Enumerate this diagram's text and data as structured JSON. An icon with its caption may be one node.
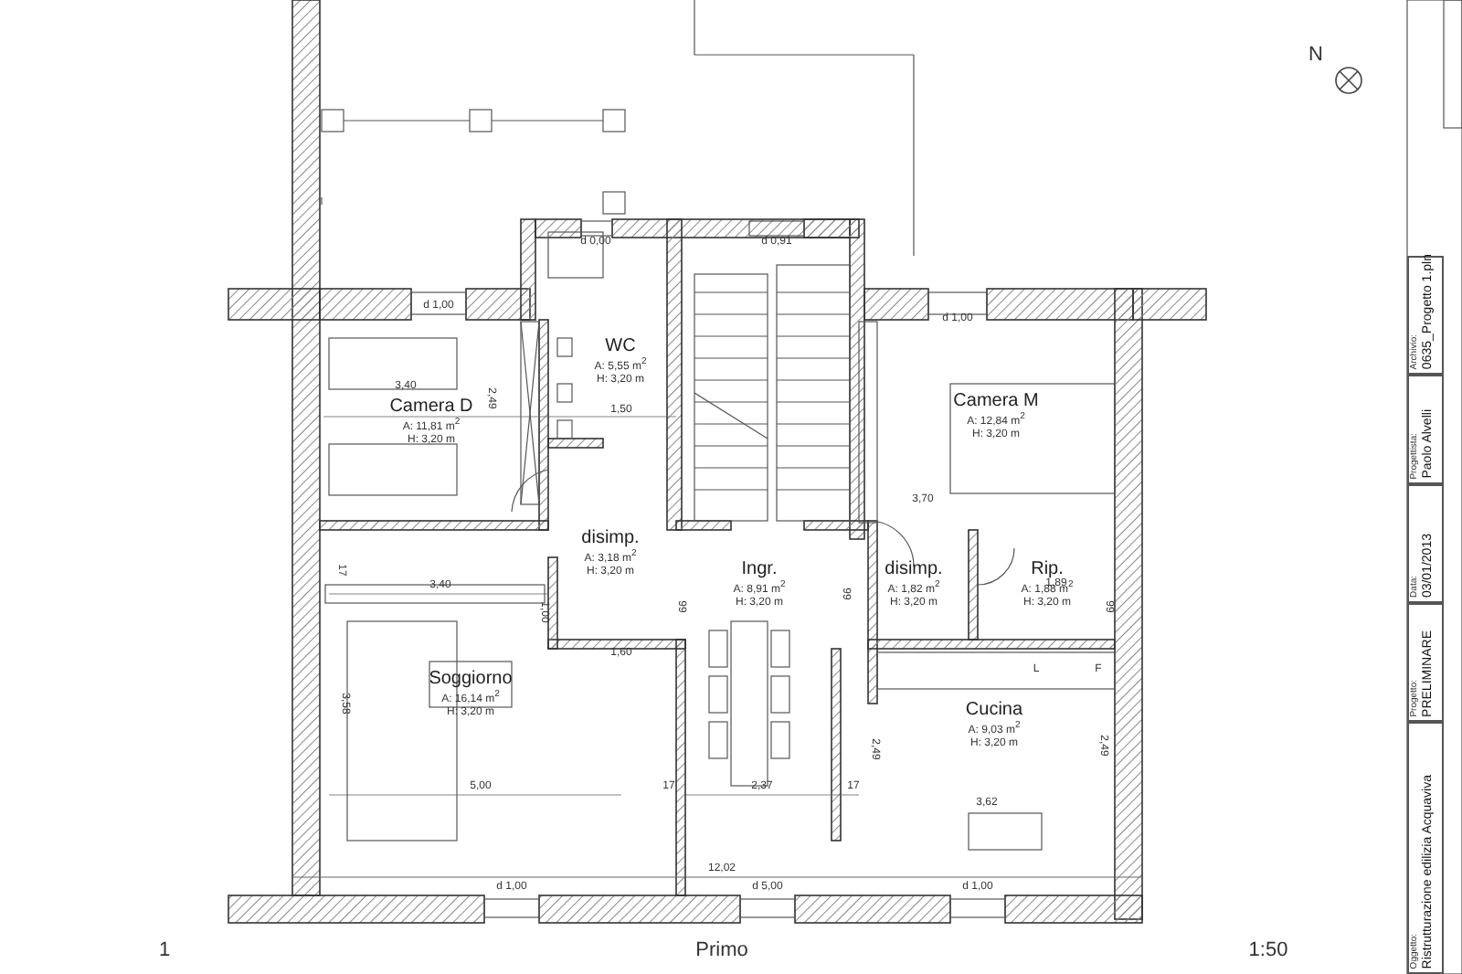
{
  "diagram": {
    "nodes": [
      {
        "text": [
          "Camera D",
          "A: 11,81 m$^{2}$",
          "H: 3,20 m"
        ]
      },
      {
        "text": [
          "WC",
          "A: 5,55 m$^{2}$",
          "H: 3,20 m"
        ]
      },
      {
        "text": [
          "Camera M",
          "A: 12,84 m$^{2}$",
          "H: 3,20 m"
        ]
      },
      {
        "text": [
          "disimp.",
          "A: 3,18 m$^{2}$",
          "H: 3,20 m"
        ]
      },
      {
        "text": [
          "Ingr.",
          "A: 8,91 m$^{2}$",
          "H: 3,20 m"
        ]
      },
      {
        "text": [
          "disimp.",
          "A: 1,82 m$^{2}$",
          "H: 3,20 m"
        ]
      },
      {
        "text": [
          "Rip.",
          "A: 1,88 m$^{2}$",
          "H: 3,20 m"
        ]
      },
      {
        "text": [
          "Soggiorno",
          "A: 16,14 m$^{2}$",
          "H: 3,20 m"
        ]
      },
      {
        "text": [
          "Cucina",
          "A: 9,03 m$^{2}$",
          "H: 3,20 m"
        ]
      },
      {
        "text": [
          "Oggetto:",
          "Ristrutturazione edilizia Acquaviva"
        ]
      },
      {
        "text": [
          "Progetto:",
          "PRELIMINARE"
        ]
      },
      {
        "text": [
          "Data:",
          "03/01/2013"
        ]
      },
      {
        "text": [
          "Progettista:",
          "Paolo Alvelli"
        ]
      },
      {
        "text": [
          "Archivio:",
          "0635_Progetto 1.pln"
        ]
      }
    ],
    "edges": [],
    "labels": [
      "N",
      "d 1,00",
      "d 0,00",
      "d 0,91",
      "d 1,00",
      "3,40",
      "2,49",
      "1,50",
      "3,70",
      "99",
      "99",
      "1,89",
      "99",
      "17",
      "3,40",
      "1,00",
      "1,60",
      "3,58",
      "5,00",
      "17",
      "2,37",
      "17",
      "2,49",
      "2,49",
      "3,62",
      "d 1,00",
      "d 5,00",
      "d 1,00",
      "12,02",
      "L",
      "F",
      "1",
      "Primo",
      "1:50"
    ]
  }
}
